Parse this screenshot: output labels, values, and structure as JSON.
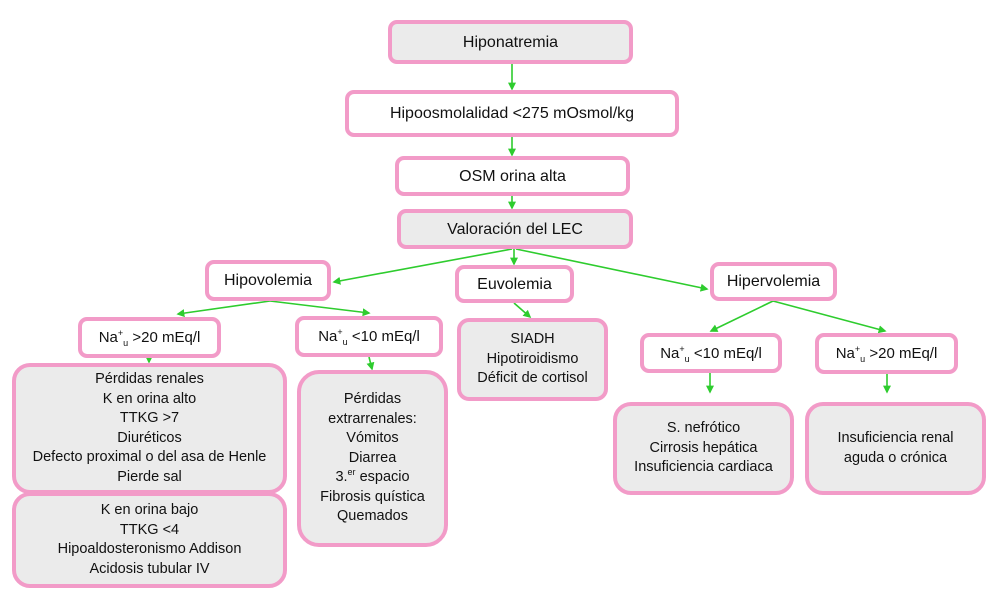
{
  "colors": {
    "node_border": "#f29bc8",
    "node_fill_gray": "#ebebeb",
    "node_fill_white": "#ffffff",
    "arrow": "#2ecc2e",
    "text": "#111111"
  },
  "nodes": {
    "hiponatremia": {
      "lines": [
        "Hiponatremia"
      ]
    },
    "hipoosmolalidad": {
      "lines": [
        "Hipoosmolalidad <275 mOsmol/kg"
      ]
    },
    "osm_orina": {
      "lines": [
        "OSM orina alta"
      ]
    },
    "valoracion_lec": {
      "lines": [
        "Valoración del LEC"
      ]
    },
    "hipovolemia": {
      "lines": [
        "Hipovolemia"
      ]
    },
    "euvolemia": {
      "lines": [
        "Euvolemia"
      ]
    },
    "hipervolemia": {
      "lines": [
        "Hipervolemia"
      ]
    },
    "hipo_na_alto": {
      "prefix": "Na",
      "sup": "+",
      "sub": "u",
      "rest": " >20 mEq/l"
    },
    "hipo_na_bajo": {
      "prefix": "Na",
      "sup": "+",
      "sub": "u",
      "rest": " <10 mEq/l"
    },
    "euvolemia_causas": {
      "lines": [
        "SIADH",
        "Hipotiroidismo",
        "Déficit de cortisol"
      ]
    },
    "hiper_na_bajo": {
      "prefix": "Na",
      "sup": "+",
      "sub": "u",
      "rest": " <10 mEq/l"
    },
    "hiper_na_alto": {
      "prefix": "Na",
      "sup": "+",
      "sub": "u",
      "rest": " >20 mEq/l"
    },
    "perdidas_renales": {
      "lines": [
        "Pérdidas renales",
        "K en orina alto",
        "TTKG >7",
        "Diuréticos",
        "Defecto proximal o del asa de Henle",
        "Pierde sal"
      ]
    },
    "k_orina_bajo": {
      "lines": [
        "K en orina bajo",
        "TTKG <4",
        "Hipoaldosteronismo Addison",
        "Acidosis tubular IV"
      ]
    },
    "perdidas_extrarrenales": {
      "lines": [
        "Pérdidas",
        "extrarrenales:",
        "Vómitos",
        "Diarrea"
      ],
      "espacio": {
        "num": "3.",
        "sup": "er",
        "text": " espacio"
      },
      "lines_after": [
        "Fibrosis quística",
        "Quemados"
      ]
    },
    "hiper_causas_bajo": {
      "lines": [
        "S. nefrótico",
        "Cirrosis hepática",
        "Insuficiencia cardiaca"
      ]
    },
    "hiper_causas_alto": {
      "lines": [
        "Insuficiencia renal",
        "aguda o crónica"
      ]
    }
  },
  "edges": [
    {
      "from": "hiponatremia",
      "to": "hipoosmolalidad"
    },
    {
      "from": "hipoosmolalidad",
      "to": "osm_orina"
    },
    {
      "from": "osm_orina",
      "to": "valoracion_lec"
    },
    {
      "from": "valoracion_lec",
      "to": "hipovolemia"
    },
    {
      "from": "valoracion_lec",
      "to": "euvolemia"
    },
    {
      "from": "valoracion_lec",
      "to": "hipervolemia"
    },
    {
      "from": "hipovolemia",
      "to": "hipo_na_alto"
    },
    {
      "from": "hipovolemia",
      "to": "hipo_na_bajo"
    },
    {
      "from": "hipo_na_alto",
      "to": "perdidas_renales"
    },
    {
      "from": "hipo_na_bajo",
      "to": "perdidas_extrarrenales"
    },
    {
      "from": "euvolemia",
      "to": "euvolemia_causas"
    },
    {
      "from": "hipervolemia",
      "to": "hiper_na_bajo"
    },
    {
      "from": "hipervolemia",
      "to": "hiper_na_alto"
    },
    {
      "from": "hiper_na_bajo",
      "to": "hiper_causas_bajo"
    },
    {
      "from": "hiper_na_alto",
      "to": "hiper_causas_alto"
    }
  ]
}
